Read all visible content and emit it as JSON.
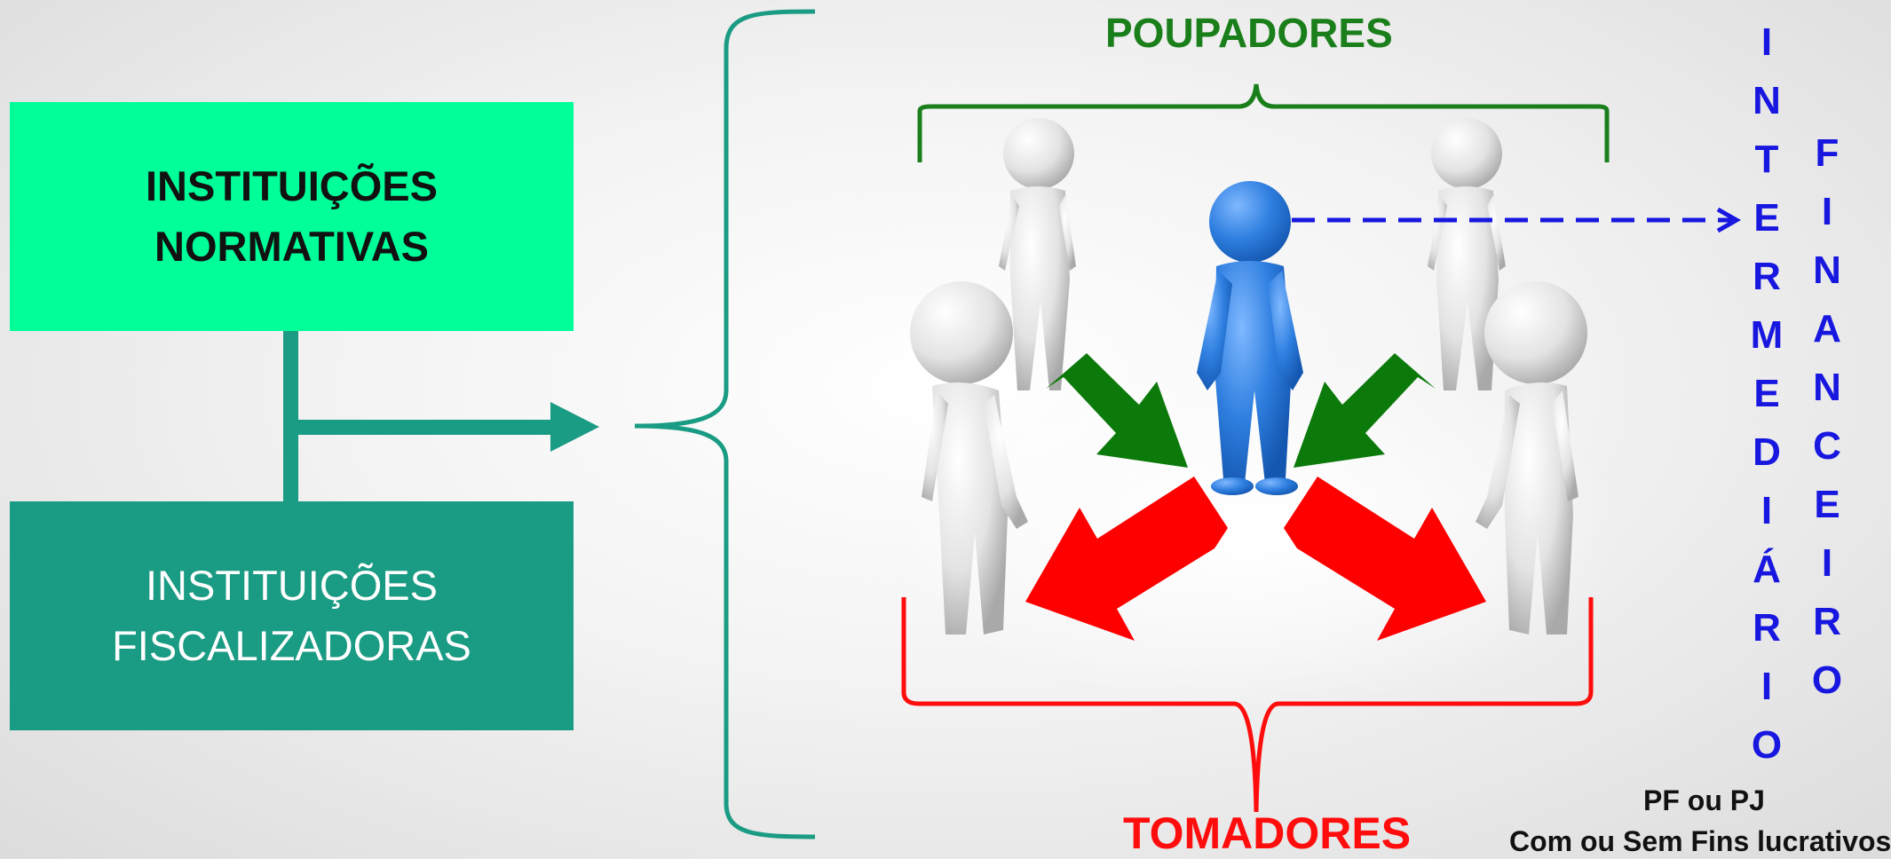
{
  "boxes": {
    "normativas": {
      "line1": "INSTITUIÇÕES",
      "line2": "NORMATIVAS"
    },
    "fiscalizadoras": {
      "line1": "INSTITUIÇÕES",
      "line2": "FISCALIZADORAS"
    }
  },
  "labels": {
    "poupadores": "POUPADORES",
    "tomadores": "TOMADORES",
    "pf_pj": "PF ou PJ",
    "fins": "Com ou Sem Fins lucrativos"
  },
  "vertical": {
    "intermediario": [
      "I",
      "N",
      "T",
      "E",
      "R",
      "M",
      "E",
      "D",
      "I",
      "Á",
      "R",
      "I",
      "O"
    ],
    "financeiro": [
      "F",
      "I",
      "N",
      "A",
      "N",
      "C",
      "E",
      "I",
      "R",
      "O"
    ]
  },
  "colors": {
    "normativas_bg": "#00ff99",
    "fiscalizadoras_bg": "#1a9b83",
    "connector": "#1a9b83",
    "poupadores": "#1a7f1a",
    "tomadores": "#ff0d0d",
    "intermediario": "#1717e0",
    "green_arrow": "#0b7a0b",
    "red_arrow": "#ff0000",
    "blue_figure": "#2f7fe0",
    "grey_figure": "#e2e2e2"
  }
}
